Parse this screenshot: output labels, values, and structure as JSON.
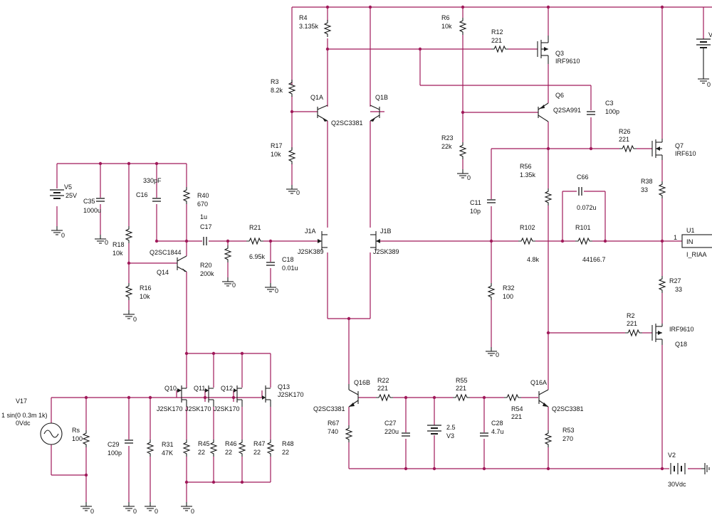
{
  "components": {
    "v5": {
      "ref": "V5",
      "value": "25V"
    },
    "c35": {
      "ref": "C35",
      "value": "1000u"
    },
    "c16": {
      "ref": "C16",
      "value": "330pF"
    },
    "r40": {
      "ref": "R40",
      "value": "670"
    },
    "r18": {
      "ref": "R18",
      "value": "10k"
    },
    "r16": {
      "ref": "R16",
      "value": "10k"
    },
    "q14": {
      "ref": "Q14",
      "value": "Q2SC1844"
    },
    "r20": {
      "ref": "R20",
      "value": "200k"
    },
    "c17": {
      "ref": "C17",
      "value": "1u"
    },
    "r21": {
      "ref": "R21",
      "value": "6.95k"
    },
    "c18": {
      "ref": "C18",
      "value": "0.01u"
    },
    "r3": {
      "ref": "R3",
      "value": "8.2k"
    },
    "r17": {
      "ref": "R17",
      "value": "10k"
    },
    "r4": {
      "ref": "R4",
      "value": "3.135k"
    },
    "q1a": {
      "ref": "Q1A"
    },
    "q1b": {
      "ref": "Q1B"
    },
    "q1_type": {
      "value": "Q2SC3381"
    },
    "j1a": {
      "ref": "J1A",
      "value": "J2SK389"
    },
    "j1b": {
      "ref": "J1B",
      "value": "J2SK389"
    },
    "r6": {
      "ref": "R6",
      "value": "10k"
    },
    "r12": {
      "ref": "R12",
      "value": "221"
    },
    "q3": {
      "ref": "Q3",
      "value": "IRF9610"
    },
    "q6": {
      "ref": "Q6",
      "value": "Q2SA991"
    },
    "c3": {
      "ref": "C3",
      "value": "100p"
    },
    "r23": {
      "ref": "R23",
      "value": "22k"
    },
    "r56": {
      "ref": "R56",
      "value": "1.35k"
    },
    "c11": {
      "ref": "C11",
      "value": "10p"
    },
    "r26": {
      "ref": "R26",
      "value": "221"
    },
    "q7": {
      "ref": "Q7",
      "value": "IRF610"
    },
    "r38": {
      "ref": "R38",
      "value": "33"
    },
    "c66": {
      "ref": "C66",
      "value": "0.072u"
    },
    "r102": {
      "ref": "R102",
      "value": "4.8k"
    },
    "r101": {
      "ref": "R101",
      "value": "44166.7"
    },
    "u1": {
      "ref": "U1",
      "pin": "1",
      "port": "IN",
      "name": "I_RIAA"
    },
    "r32": {
      "ref": "R32",
      "value": "100"
    },
    "r27": {
      "ref": "R27",
      "value": "33"
    },
    "r2": {
      "ref": "R2",
      "value": "221"
    },
    "q18": {
      "ref": "Q18",
      "value": "IRF9610"
    },
    "v17": {
      "ref": "V17",
      "spec": "1 sin(0 0.3m 1k)",
      "dc": "0Vdc"
    },
    "rs": {
      "ref": "Rs",
      "value": "100"
    },
    "c29": {
      "ref": "C29",
      "value": "100p"
    },
    "r31": {
      "ref": "R31",
      "value": "47K"
    },
    "q10": {
      "ref": "Q10",
      "value": "J2SK170"
    },
    "q11": {
      "ref": "Q11",
      "value": "J2SK170"
    },
    "q12": {
      "ref": "Q12",
      "value": "J2SK170"
    },
    "q13": {
      "ref": "Q13",
      "value": "J2SK170"
    },
    "r45": {
      "ref": "R45",
      "value": "22"
    },
    "r46": {
      "ref": "R46",
      "value": "22"
    },
    "r47": {
      "ref": "R47",
      "value": "22"
    },
    "r48": {
      "ref": "R48",
      "value": "22"
    },
    "q16b": {
      "ref": "Q16B",
      "value": "Q2SC3381"
    },
    "r67": {
      "ref": "R67",
      "value": "740"
    },
    "r22": {
      "ref": "R22",
      "value": "221"
    },
    "c27": {
      "ref": "C27",
      "value": "220u"
    },
    "v3": {
      "ref": "V3",
      "value": "2.5"
    },
    "r55": {
      "ref": "R55",
      "value": "221"
    },
    "c28": {
      "ref": "C28",
      "value": "4.7u"
    },
    "r54": {
      "ref": "R54",
      "value": "221"
    },
    "q16a": {
      "ref": "Q16A",
      "value": "Q2SC3381"
    },
    "r53": {
      "ref": "R53",
      "value": "270"
    },
    "v2": {
      "ref": "V2",
      "value": "30Vdc"
    },
    "v_top_partial": {
      "ref": "V"
    }
  },
  "ground_label": "0"
}
